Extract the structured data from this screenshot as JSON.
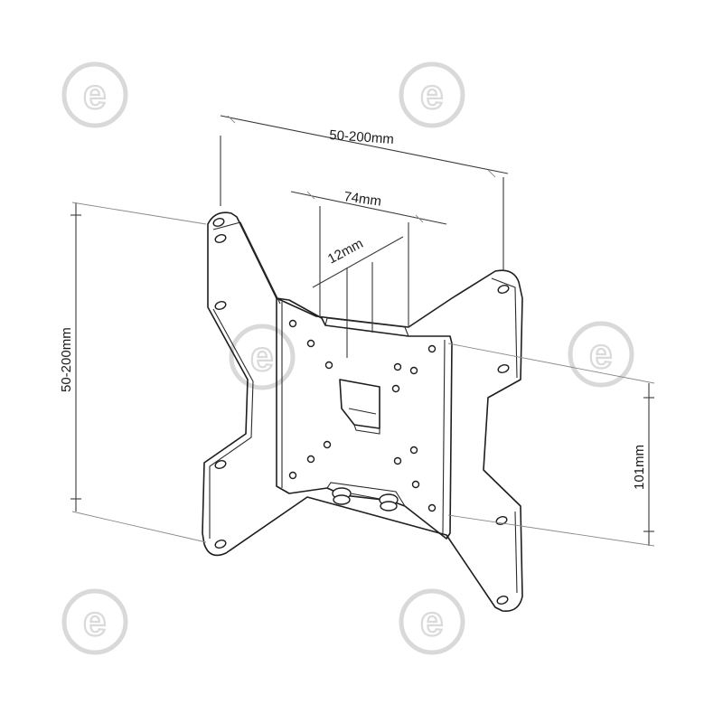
{
  "diagram": {
    "dimensions": {
      "outer_width": "50-200mm",
      "outer_height": "50-200mm",
      "inner_width": "74mm",
      "slot_width": "12mm",
      "depth": "101mm"
    },
    "watermark": {
      "letter": "e",
      "positions": [
        "top-left",
        "top-center",
        "middle-left",
        "middle-right",
        "bottom-left",
        "bottom-center"
      ]
    },
    "colors": {
      "line": "#1e1e1e",
      "watermark": "#dadada"
    }
  }
}
